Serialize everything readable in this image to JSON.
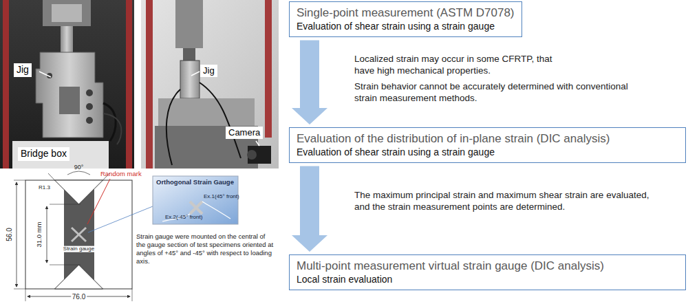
{
  "diagram": {
    "nodes": [
      {
        "text": [
          "Single-point measurement (ASTM D7078)",
          "Evaluation of shear strain using a strain gauge"
        ]
      },
      {
        "text": [
          "Evaluation of the distribution of in-plane strain (DIC analysis)",
          "Evaluation of shear strain using a strain gauge"
        ]
      },
      {
        "text": [
          "Multi-point measurement virtual strain gauge (DIC analysis)",
          "Local strain evaluation"
        ]
      }
    ],
    "edges": [
      {
        "from": 0,
        "to": 1,
        "arrow": "to"
      },
      {
        "from": 1,
        "to": 2,
        "arrow": "to"
      }
    ],
    "labels": [
      "Jig",
      "Bridge box",
      "Jig",
      "Camera",
      "Localized strain may occur in some CFRTP, that have high mechanical properties.",
      "Strain behavior cannot be accurately determined with conventional strain measurement methods.",
      "The maximum principal strain and maximum shear strain are evaluated, and the strain measurement points are determined.",
      "90°",
      "R1.3",
      "Random mark",
      "Orthogonal Strain Gauge",
      "Ex.1(45° front)",
      "Ex.2(-45° front)",
      "31.0 mm",
      "Strain gauge",
      "56.0",
      "Strain gauge were mounted on the central of the gauge section of test specimens oriented at angles of +45° and -45° with respect to loading axis.",
      "76.0"
    ]
  }
}
